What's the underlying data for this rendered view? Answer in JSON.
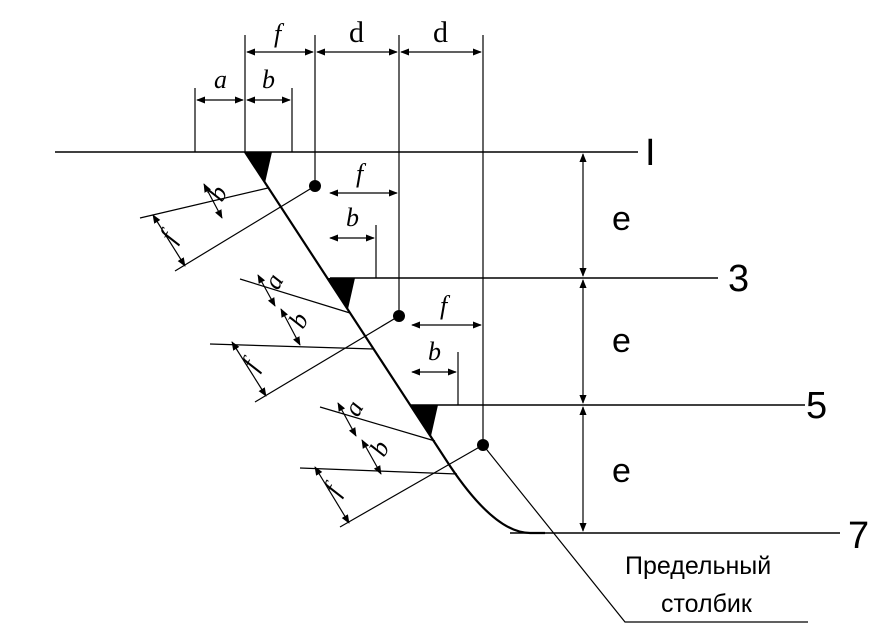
{
  "levels": {
    "l1": "I",
    "l3": "3",
    "l5": "5",
    "l7": "7"
  },
  "dims": {
    "a": "a",
    "b": "b",
    "f": "f",
    "d": "d",
    "e": "e"
  },
  "caption": {
    "line1": "Предельный",
    "line2": "столбик"
  }
}
